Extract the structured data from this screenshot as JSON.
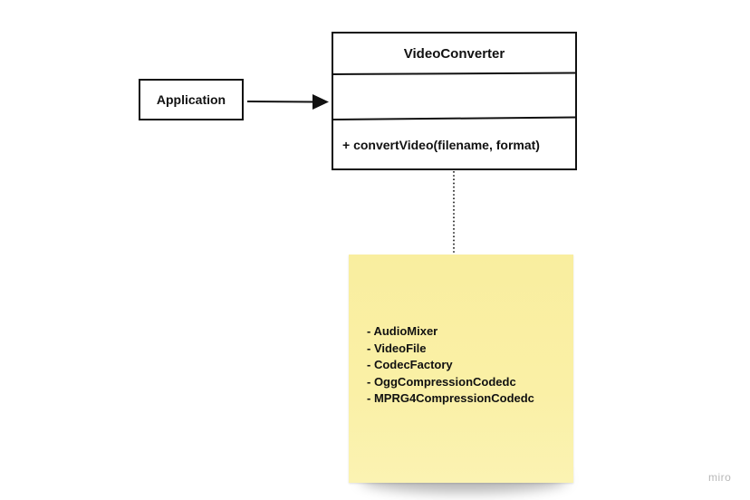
{
  "application": {
    "label": "Application"
  },
  "class": {
    "name": "VideoConverter",
    "method": "+ convertVideo(filename, format)"
  },
  "note": {
    "items": [
      "- AudioMixer",
      "- VideoFile",
      "- CodecFactory",
      "- OggCompressionCodedc",
      "- MPRG4CompressionCodedc"
    ],
    "color": "#f9ee9f"
  },
  "watermark": {
    "text": "miro"
  }
}
